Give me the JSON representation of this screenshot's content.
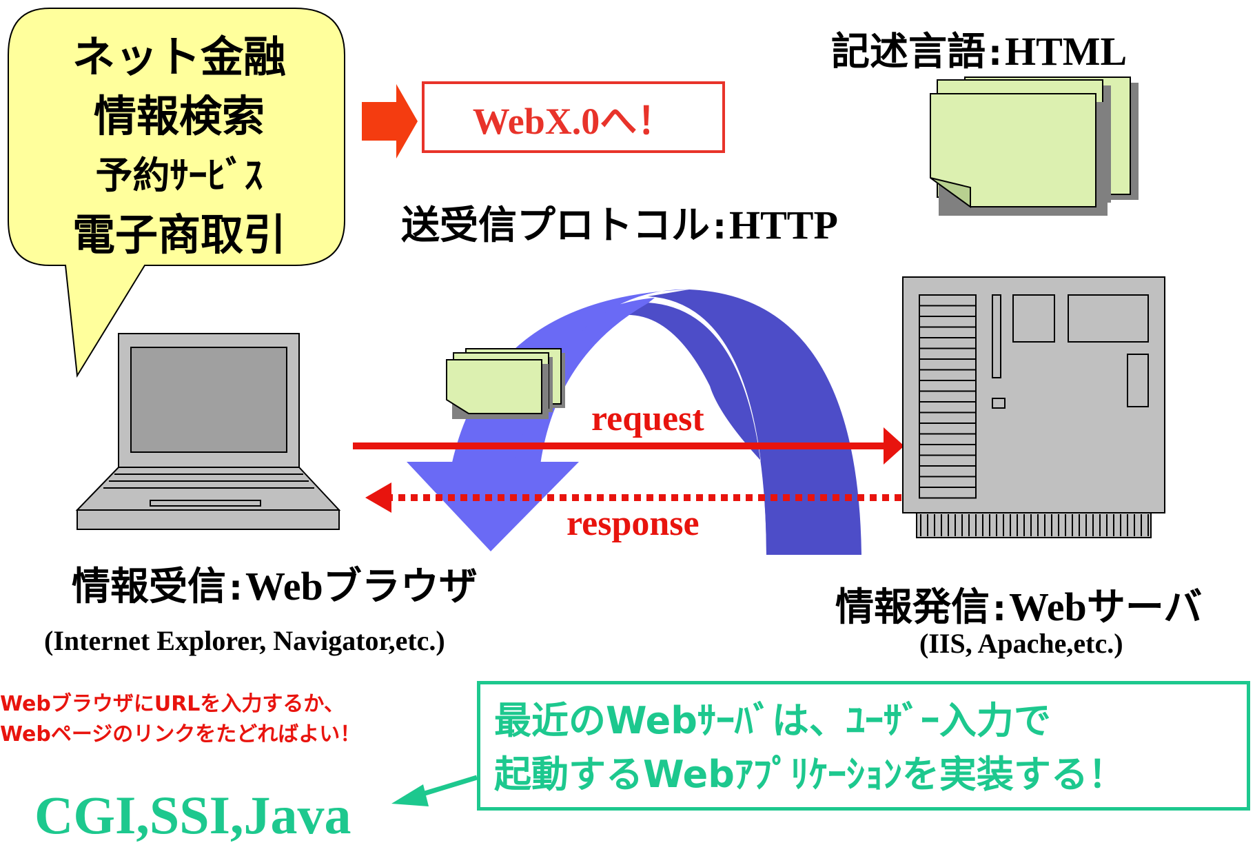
{
  "bubble": {
    "lines": [
      "ネット金融",
      "情報検索",
      "予約ｻｰﾋﾞｽ",
      "電子商取引"
    ]
  },
  "webx": {
    "label": "WebX.0へ！"
  },
  "html_label": {
    "jp": "記述言語",
    "sep": ":",
    "en": "HTML"
  },
  "http_label": {
    "jp": "送受信プロトコル",
    "sep": ":",
    "en": "HTTP"
  },
  "request_label": "request",
  "response_label": "response",
  "browser": {
    "jp": "情報受信",
    "sep": ":",
    "en": "Web",
    "jp2": "ブラウザ",
    "sub": "(Internet Explorer, Navigator,etc.)"
  },
  "server": {
    "jp": "情報発信",
    "sep": ":",
    "en": "Web",
    "jp2": "サーバ",
    "sub": "(IIS, Apache,etc.)"
  },
  "note": {
    "line1": "WebブラウザにURLを入力するか、",
    "line2": "Webページのリンクをたどればよい！"
  },
  "webapp": {
    "line1": "最近のWebｻｰﾊﾞは、ﾕｰｻﾞｰ入力で",
    "line2": "起動するWebｱﾌﾟﾘｹｰｼｮﾝを実装する！"
  },
  "tech": "CGI,SSI,Java",
  "colors": {
    "red": "#e8140e",
    "green": "#1dc88e",
    "arch_light": "#6a6af5",
    "arch_dark": "#4d4dc8",
    "bubble": "#ffff9c",
    "doc": "#dcf0b0",
    "gray": "#c0c0c0"
  }
}
